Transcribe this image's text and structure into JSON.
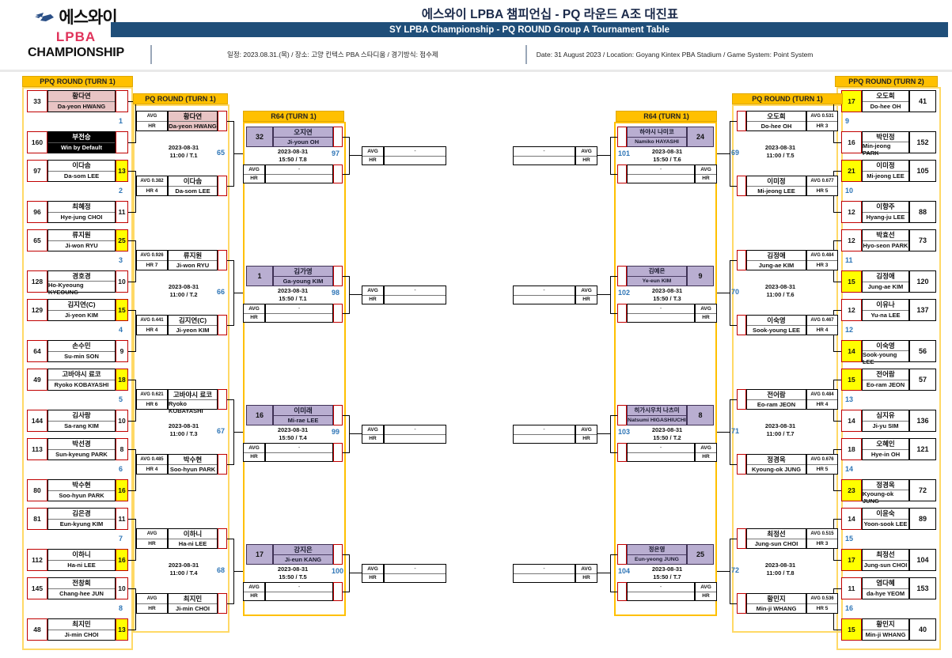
{
  "header": {
    "logo": {
      "sy": "에스와이",
      "lpba": "LPBA",
      "championship": "CHAMPIONSHIP",
      "bird_icon": "bird-logo-icon"
    },
    "title_ko": "에스와이 LPBA 챔피언십 - PQ 라운드 A조 대진표",
    "title_en": "SY LPBA Championship - PQ ROUND Group A Tournament Table",
    "meta_ko": "일정: 2023.08.31.(목) / 장소: 고양 킨텍스 PBA 스타디움 / 경기방식: 점수제",
    "meta_en": "Date: 31 August 2023 / Location: Goyang Kintex PBA Stadium / Game System: Point System",
    "accent_blue": "#1f4e79",
    "accent_yellow": "#ffc000",
    "accent_pink": "#e0325a"
  },
  "round_headings": {
    "ppq_turn1": "PPQ ROUND (TURN 1)",
    "pq_turn1_left": "PQ ROUND (TURN 1)",
    "r64_turn1_left": "R64 (TURN 1)",
    "r64_turn1_right": "R64 (TURN 1)",
    "pq_turn1_right": "PQ ROUND (TURN 1)",
    "ppq_turn2": "PPQ ROUND (TURN 2)"
  },
  "labels": {
    "avg": "AVG",
    "hr": "HR",
    "dash": "-"
  },
  "ppq_turn1": [
    {
      "bout": "1",
      "top": {
        "rank": "33",
        "ko": "황다연",
        "en": "Da-yeon HWANG",
        "score": "",
        "style": "pink",
        "hl": false
      },
      "bottom": {
        "rank": "160",
        "ko": "부전승",
        "en": "Win by Default",
        "score": "",
        "style": "black",
        "hl": false
      }
    },
    {
      "bout": "2",
      "top": {
        "rank": "97",
        "ko": "이다솜",
        "en": "Da-som LEE",
        "score": "13",
        "style": "plain",
        "hl": true
      },
      "bottom": {
        "rank": "96",
        "ko": "최혜정",
        "en": "Hye-jung CHOI",
        "score": "11",
        "style": "plain",
        "hl": false
      }
    },
    {
      "bout": "3",
      "top": {
        "rank": "65",
        "ko": "류지원",
        "en": "Ji-won RYU",
        "score": "25",
        "style": "plain",
        "hl": true
      },
      "bottom": {
        "rank": "128",
        "ko": "경호경",
        "en": "Ho-Kyeoung KYEOUNG",
        "score": "10",
        "style": "plain",
        "hl": false
      }
    },
    {
      "bout": "4",
      "top": {
        "rank": "129",
        "ko": "김지연(C)",
        "en": "Ji-yeon KIM",
        "score": "15",
        "style": "plain",
        "hl": true
      },
      "bottom": {
        "rank": "64",
        "ko": "손수민",
        "en": "Su-min SON",
        "score": "9",
        "style": "plain",
        "hl": false
      }
    },
    {
      "bout": "5",
      "top": {
        "rank": "49",
        "ko": "고바야시 료코",
        "en": "Ryoko KOBAYASHI",
        "score": "18",
        "style": "plain",
        "hl": true
      },
      "bottom": {
        "rank": "144",
        "ko": "김사랑",
        "en": "Sa-rang KIM",
        "score": "10",
        "style": "plain",
        "hl": false
      }
    },
    {
      "bout": "6",
      "top": {
        "rank": "113",
        "ko": "박선경",
        "en": "Sun-kyeung PARK",
        "score": "8",
        "style": "plain",
        "hl": false
      },
      "bottom": {
        "rank": "80",
        "ko": "박수현",
        "en": "Soo-hyun PARK",
        "score": "16",
        "style": "plain",
        "hl": true
      }
    },
    {
      "bout": "7",
      "top": {
        "rank": "81",
        "ko": "김은경",
        "en": "Eun-kyung KIM",
        "score": "11",
        "style": "plain",
        "hl": false
      },
      "bottom": {
        "rank": "112",
        "ko": "이하니",
        "en": "Ha-ni LEE",
        "score": "16",
        "style": "plain",
        "hl": true
      }
    },
    {
      "bout": "8",
      "top": {
        "rank": "145",
        "ko": "전창희",
        "en": "Chang-hee JUN",
        "score": "10",
        "style": "plain",
        "hl": false
      },
      "bottom": {
        "rank": "48",
        "ko": "최지민",
        "en": "Ji-min CHOI",
        "score": "13",
        "style": "plain",
        "hl": true
      }
    }
  ],
  "pq_turn1_left": [
    {
      "match_no": "65",
      "date": "2023-08-31",
      "time": "11:00 / T.1",
      "top": {
        "avg": "AVG",
        "hr": "HR",
        "ko": "황다연",
        "en": "Da-yeon HWANG",
        "style": "pink"
      },
      "bottom": {
        "avg": "AVG 0.382",
        "hr": "HR 4",
        "ko": "이다솜",
        "en": "Da-som LEE",
        "style": "plain"
      }
    },
    {
      "match_no": "66",
      "date": "2023-08-31",
      "time": "11:00 / T.2",
      "top": {
        "avg": "AVG 0.926",
        "hr": "HR 7",
        "ko": "류지원",
        "en": "Ji-won RYU",
        "style": "plain"
      },
      "bottom": {
        "avg": "AVG 0.441",
        "hr": "HR 4",
        "ko": "김지연(C)",
        "en": "Ji-yeon KIM",
        "style": "plain"
      }
    },
    {
      "match_no": "67",
      "date": "2023-08-31",
      "time": "11:00 / T.3",
      "top": {
        "avg": "AVG 0.621",
        "hr": "HR 6",
        "ko": "고바야시 료코",
        "en": "Ryoko KOBAYASHI",
        "style": "plain"
      },
      "bottom": {
        "avg": "AVG 0.485",
        "hr": "HR 4",
        "ko": "박수현",
        "en": "Soo-hyun PARK",
        "style": "plain"
      }
    },
    {
      "match_no": "68",
      "date": "2023-08-31",
      "time": "11:00 / T.4",
      "top": {
        "avg": "AVG",
        "hr": "HR",
        "ko": "이하니",
        "en": "Ha-ni LEE",
        "style": "plain"
      },
      "bottom": {
        "avg": "AVG",
        "hr": "HR",
        "ko": "최지민",
        "en": "Ji-min CHOI",
        "style": "plain"
      }
    }
  ],
  "r64_left": [
    {
      "match_no": "97",
      "seed": "32",
      "ko": "오지연",
      "en": "Ji-youn OH",
      "date": "2023-08-31",
      "time": "15:50 / T.8"
    },
    {
      "match_no": "98",
      "seed": "1",
      "ko": "김가영",
      "en": "Ga-young KIM",
      "date": "2023-08-31",
      "time": "15:50 / T.1"
    },
    {
      "match_no": "99",
      "seed": "16",
      "ko": "이미래",
      "en": "Mi-rae LEE",
      "date": "2023-08-31",
      "time": "15:50 / T.4"
    },
    {
      "match_no": "100",
      "seed": "17",
      "ko": "강지은",
      "en": "Ji-eun KANG",
      "date": "2023-08-31",
      "time": "15:50 / T.5"
    }
  ],
  "r64_right": [
    {
      "match_no": "101",
      "seed": "24",
      "ko": "하야시 나미코",
      "en": "Namiko HAYASHI",
      "date": "2023-08-31",
      "time": "15:50 / T.6"
    },
    {
      "match_no": "102",
      "seed": "9",
      "ko": "김예은",
      "en": "Ye-eun KIM",
      "date": "2023-08-31",
      "time": "15:50 / T.3"
    },
    {
      "match_no": "103",
      "seed": "8",
      "ko": "히가시우치 나츠미",
      "en": "Natsumi HIGASHIUCHI",
      "date": "2023-08-31",
      "time": "15:50 / T.2"
    },
    {
      "match_no": "104",
      "seed": "25",
      "ko": "정은영",
      "en": "Eun-yeong JUNG",
      "date": "2023-08-31",
      "time": "15:50 / T.7"
    }
  ],
  "pq_turn1_right": [
    {
      "match_no": "69",
      "date": "2023-08-31",
      "time": "11:00 / T.5",
      "top": {
        "ko": "오도희",
        "en": "Do-hee OH",
        "avg": "AVG 0.531",
        "hr": "HR 3"
      },
      "bottom": {
        "ko": "이미정",
        "en": "Mi-jeong LEE",
        "avg": "AVG 0.677",
        "hr": "HR 5"
      }
    },
    {
      "match_no": "70",
      "date": "2023-08-31",
      "time": "11:00 / T.6",
      "top": {
        "ko": "김정애",
        "en": "Jung-ae KIM",
        "avg": "AVG 0.484",
        "hr": "HR 3"
      },
      "bottom": {
        "ko": "이숙영",
        "en": "Sook-young LEE",
        "avg": "AVG 0.467",
        "hr": "HR 4"
      }
    },
    {
      "match_no": "71",
      "date": "2023-08-31",
      "time": "11:00 / T.7",
      "top": {
        "ko": "전어람",
        "en": "Eo-ram JEON",
        "avg": "AVG 0.484",
        "hr": "HR 4"
      },
      "bottom": {
        "ko": "정경옥",
        "en": "Kyoung-ok JUNG",
        "avg": "AVG 0.676",
        "hr": "HR 5"
      }
    },
    {
      "match_no": "72",
      "date": "2023-08-31",
      "time": "11:00 / T.8",
      "top": {
        "ko": "최정선",
        "en": "Jung-sun CHOI",
        "avg": "AVG 0.515",
        "hr": "HR 3"
      },
      "bottom": {
        "ko": "황민지",
        "en": "Min-ji WHANG",
        "avg": "AVG 0.536",
        "hr": "HR 5"
      }
    }
  ],
  "ppq_turn2": [
    {
      "bout": "9",
      "top": {
        "score": "17",
        "ko": "오도희",
        "en": "Do-hee OH",
        "rank": "41",
        "hl": true
      },
      "bottom": {
        "score": "16",
        "ko": "박민정",
        "en": "Min-jeong PARK",
        "rank": "152",
        "hl": false
      }
    },
    {
      "bout": "10",
      "top": {
        "score": "21",
        "ko": "이미정",
        "en": "Mi-jeong LEE",
        "rank": "105",
        "hl": true
      },
      "bottom": {
        "score": "12",
        "ko": "이향주",
        "en": "Hyang-ju LEE",
        "rank": "88",
        "hl": false
      }
    },
    {
      "bout": "11",
      "top": {
        "score": "12",
        "ko": "박효선",
        "en": "Hyo-seon PARK",
        "rank": "73",
        "hl": false
      },
      "bottom": {
        "score": "15",
        "ko": "김정애",
        "en": "Jung-ae KIM",
        "rank": "120",
        "hl": true
      }
    },
    {
      "bout": "12",
      "top": {
        "score": "12",
        "ko": "이유나",
        "en": "Yu-na LEE",
        "rank": "137",
        "hl": false
      },
      "bottom": {
        "score": "14",
        "ko": "이숙영",
        "en": "Sook-young LEE",
        "rank": "56",
        "hl": true
      }
    },
    {
      "bout": "13",
      "top": {
        "score": "15",
        "ko": "전어람",
        "en": "Eo-ram JEON",
        "rank": "57",
        "hl": true
      },
      "bottom": {
        "score": "14",
        "ko": "심지유",
        "en": "Ji-yu SIM",
        "rank": "136",
        "hl": false
      }
    },
    {
      "bout": "14",
      "top": {
        "score": "18",
        "ko": "오혜인",
        "en": "Hye-in OH",
        "rank": "121",
        "hl": false
      },
      "bottom": {
        "score": "23",
        "ko": "정경옥",
        "en": "Kyoung-ok JUNG",
        "rank": "72",
        "hl": true
      }
    },
    {
      "bout": "15",
      "top": {
        "score": "14",
        "ko": "이윤숙",
        "en": "Yoon-sook LEE",
        "rank": "89",
        "hl": false
      },
      "bottom": {
        "score": "17",
        "ko": "최정선",
        "en": "Jung-sun CHOI",
        "rank": "104",
        "hl": true
      }
    },
    {
      "bout": "16",
      "top": {
        "score": "11",
        "ko": "염다혜",
        "en": "da-hye YEOM",
        "rank": "153",
        "hl": false
      },
      "bottom": {
        "score": "15",
        "ko": "황민지",
        "en": "Min-ji WHANG",
        "rank": "40",
        "hl": true
      }
    }
  ]
}
